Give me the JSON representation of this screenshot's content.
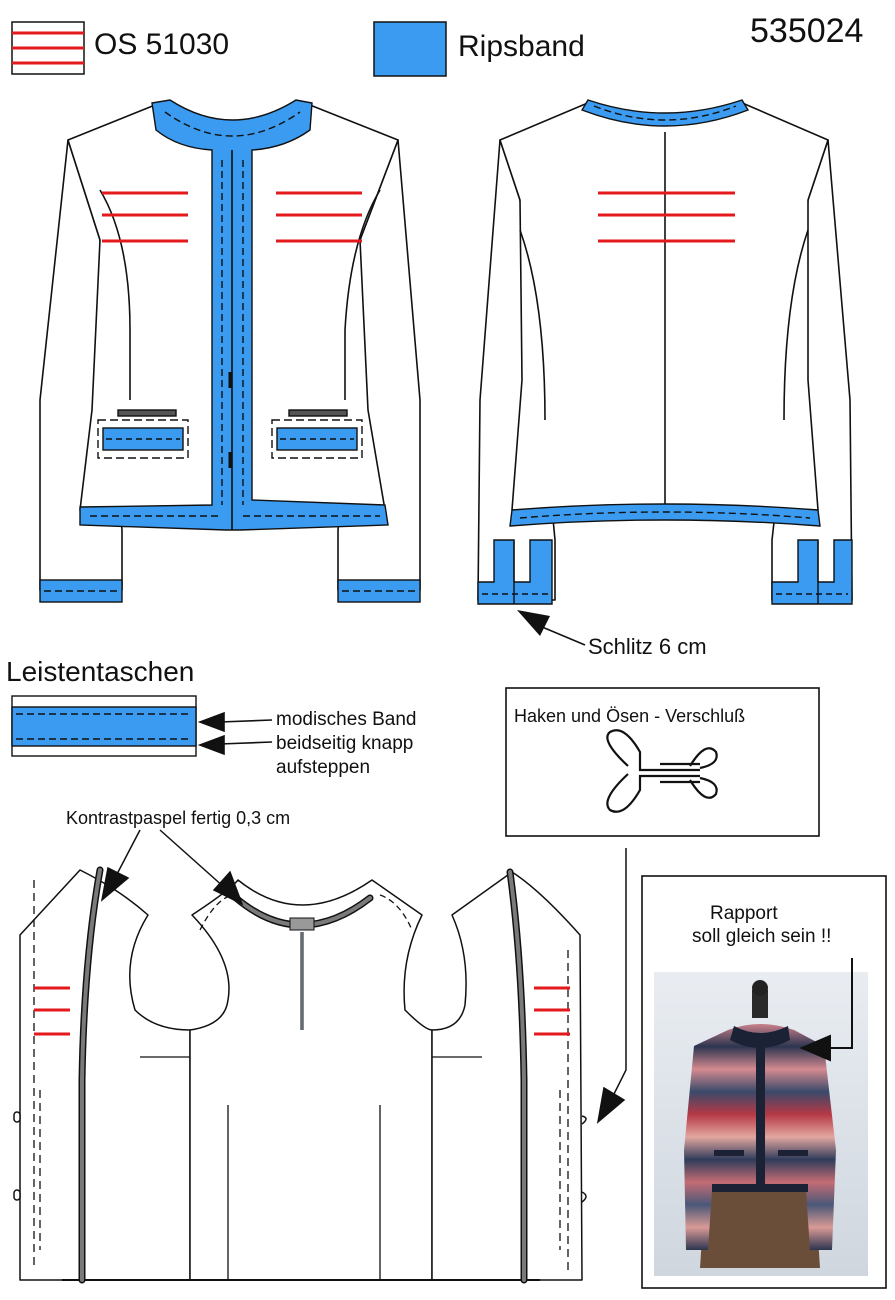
{
  "legend": {
    "red_stitch_label": "OS 51030",
    "ribbon_label": "Ripsband",
    "model_number": "535024"
  },
  "colors": {
    "ribbon": "#3b9bf0",
    "stitch_red": "#e3191c",
    "outline": "#111111",
    "piping": "#7a7a7a",
    "paper": "#ffffff"
  },
  "annotations": {
    "slit": "Schlitz 6 cm",
    "pockets_title": "Leistentaschen",
    "band_note": "modisches Band beidseitig knapp aufsteppen",
    "hook_closure": "Haken und Ösen - Verschluß",
    "piping": "Kontrastpaspel fertig 0,3 cm",
    "repeat_note_line1": "Rapport",
    "repeat_note_line2": "soll gleich sein !!"
  },
  "photo": {
    "description_icon": "dress-form-jacket-photo"
  }
}
